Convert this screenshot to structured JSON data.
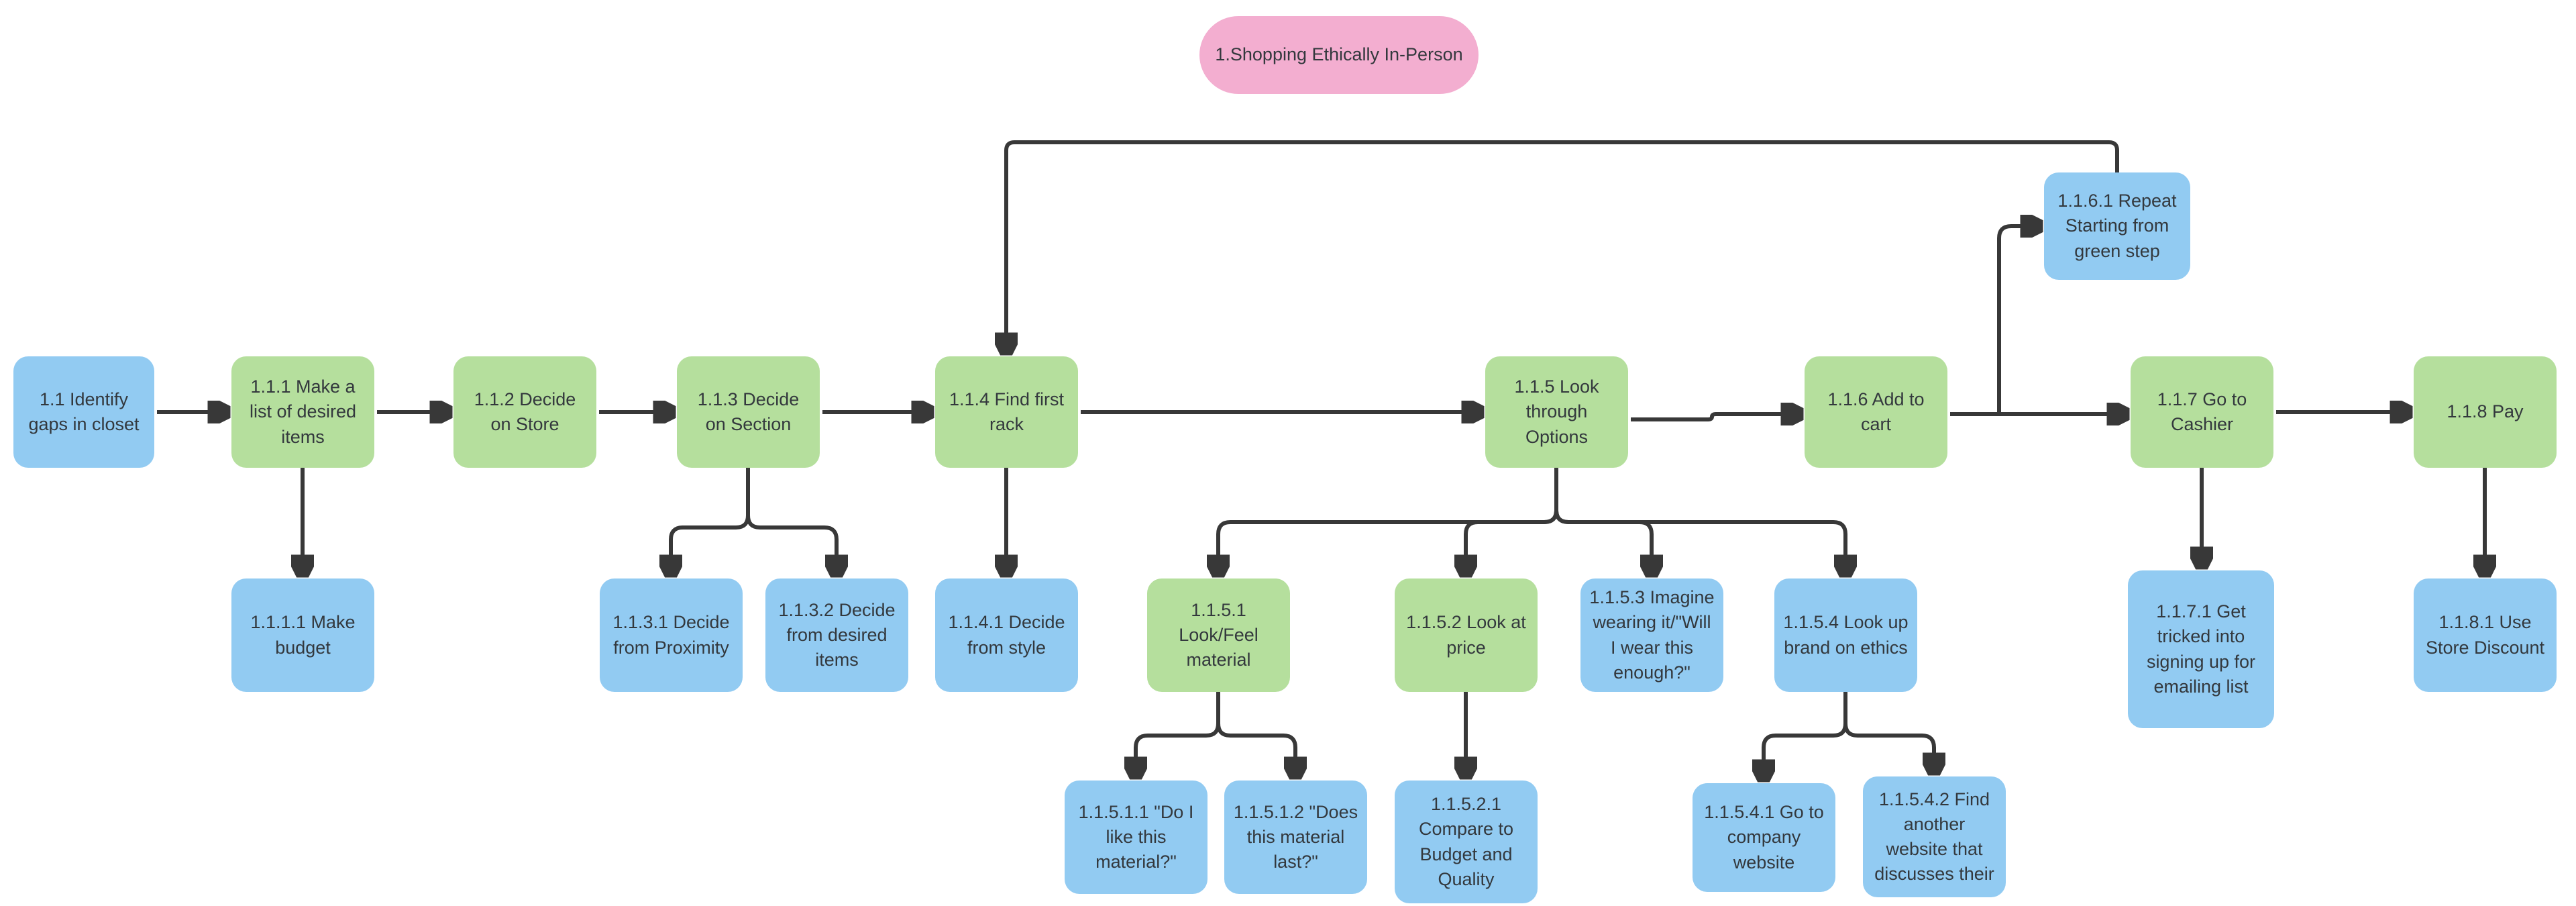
{
  "diagram": {
    "title": "1.Shopping Ethically In-Person",
    "colors": {
      "root_pink": "#f3aed0",
      "step_green": "#b5df9d",
      "substep_blue": "#92cbf2",
      "connector": "#383838",
      "text": "#33383d",
      "background": "#ffffff"
    },
    "nodes": [
      {
        "id": "1",
        "label": "1.Shopping Ethically In-Person",
        "color": "pink"
      },
      {
        "id": "1.1",
        "label": "1.1 Identify gaps in closet",
        "color": "blue"
      },
      {
        "id": "1.1.1",
        "label": "1.1.1 Make a list of desired items",
        "color": "green"
      },
      {
        "id": "1.1.2",
        "label": "1.1.2 Decide on Store",
        "color": "green"
      },
      {
        "id": "1.1.3",
        "label": "1.1.3 Decide on Section",
        "color": "green"
      },
      {
        "id": "1.1.4",
        "label": "1.1.4 Find first rack",
        "color": "green"
      },
      {
        "id": "1.1.5",
        "label": "1.1.5 Look through Options",
        "color": "green"
      },
      {
        "id": "1.1.6",
        "label": "1.1.6 Add to cart",
        "color": "green"
      },
      {
        "id": "1.1.6.1",
        "label": "1.1.6.1 Repeat Starting from green step",
        "color": "blue"
      },
      {
        "id": "1.1.7",
        "label": "1.1.7 Go to Cashier",
        "color": "green"
      },
      {
        "id": "1.1.8",
        "label": "1.1.8 Pay",
        "color": "green"
      },
      {
        "id": "1.1.1.1",
        "label": "1.1.1.1 Make budget",
        "color": "blue"
      },
      {
        "id": "1.1.3.1",
        "label": "1.1.3.1 Decide from Proximity",
        "color": "blue"
      },
      {
        "id": "1.1.3.2",
        "label": "1.1.3.2 Decide from desired items",
        "color": "blue"
      },
      {
        "id": "1.1.4.1",
        "label": "1.1.4.1 Decide from style",
        "color": "blue"
      },
      {
        "id": "1.1.5.1",
        "label": "1.1.5.1 Look/Feel material",
        "color": "green"
      },
      {
        "id": "1.1.5.2",
        "label": "1.1.5.2 Look at price",
        "color": "green"
      },
      {
        "id": "1.1.5.3",
        "label": "1.1.5.3 Imagine wearing it/\"Will I wear this enough?\"",
        "color": "blue"
      },
      {
        "id": "1.1.5.4",
        "label": "1.1.5.4 Look up brand on ethics",
        "color": "blue"
      },
      {
        "id": "1.1.7.1",
        "label": "1.1.7.1 Get tricked into signing up for emailing list",
        "color": "blue"
      },
      {
        "id": "1.1.8.1",
        "label": "1.1.8.1 Use Store Discount",
        "color": "blue"
      },
      {
        "id": "1.1.5.1.1",
        "label": "1.1.5.1.1 \"Do I like this material?\"",
        "color": "blue"
      },
      {
        "id": "1.1.5.1.2",
        "label": "1.1.5.1.2 \"Does this material last?\"",
        "color": "blue"
      },
      {
        "id": "1.1.5.2.1",
        "label": "1.1.5.2.1 Compare to Budget and Quality",
        "color": "blue"
      },
      {
        "id": "1.1.5.4.1",
        "label": "1.1.5.4.1 Go to company website",
        "color": "blue"
      },
      {
        "id": "1.1.5.4.2",
        "label": "1.1.5.4.2 Find another website that discusses their",
        "color": "blue"
      }
    ],
    "edges": [
      {
        "from": "1.1",
        "to": "1.1.1"
      },
      {
        "from": "1.1.1",
        "to": "1.1.2"
      },
      {
        "from": "1.1.2",
        "to": "1.1.3"
      },
      {
        "from": "1.1.3",
        "to": "1.1.4"
      },
      {
        "from": "1.1.4",
        "to": "1.1.5"
      },
      {
        "from": "1.1.5",
        "to": "1.1.6"
      },
      {
        "from": "1.1.6",
        "to": "1.1.7"
      },
      {
        "from": "1.1.7",
        "to": "1.1.8"
      },
      {
        "from": "1.1.6",
        "to": "1.1.6.1"
      },
      {
        "from": "1.1.6.1",
        "to": "1.1.4"
      },
      {
        "from": "1.1.1",
        "to": "1.1.1.1"
      },
      {
        "from": "1.1.3",
        "to": "1.1.3.1"
      },
      {
        "from": "1.1.3",
        "to": "1.1.3.2"
      },
      {
        "from": "1.1.4",
        "to": "1.1.4.1"
      },
      {
        "from": "1.1.5",
        "to": "1.1.5.1"
      },
      {
        "from": "1.1.5",
        "to": "1.1.5.2"
      },
      {
        "from": "1.1.5",
        "to": "1.1.5.3"
      },
      {
        "from": "1.1.5",
        "to": "1.1.5.4"
      },
      {
        "from": "1.1.7",
        "to": "1.1.7.1"
      },
      {
        "from": "1.1.8",
        "to": "1.1.8.1"
      },
      {
        "from": "1.1.5.1",
        "to": "1.1.5.1.1"
      },
      {
        "from": "1.1.5.1",
        "to": "1.1.5.1.2"
      },
      {
        "from": "1.1.5.2",
        "to": "1.1.5.2.1"
      },
      {
        "from": "1.1.5.4",
        "to": "1.1.5.4.1"
      },
      {
        "from": "1.1.5.4",
        "to": "1.1.5.4.2"
      }
    ]
  }
}
